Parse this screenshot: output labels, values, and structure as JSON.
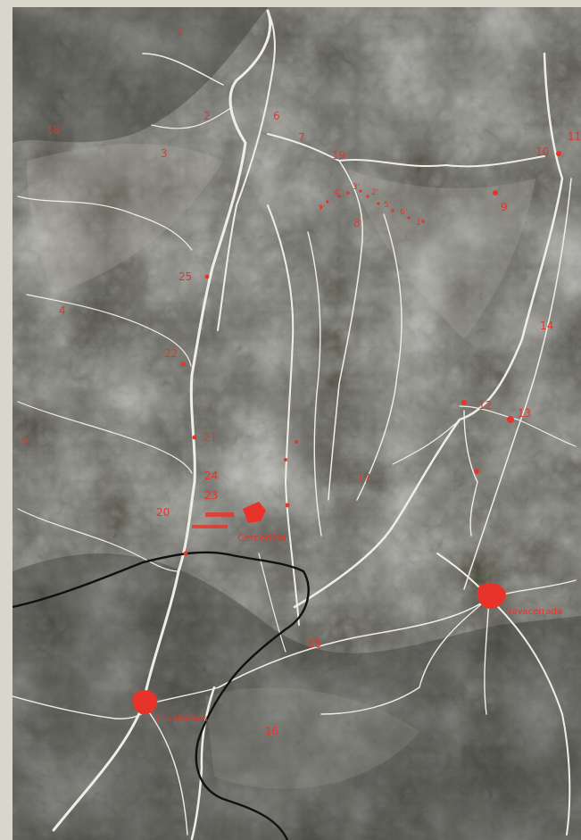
{
  "colors": {
    "paper": "#d9d6cb",
    "terrain_dark": "#3b3b36",
    "terrain_mid": "#6b6a62",
    "terrain_light": "#a9a89f",
    "rivers": "#efeee6",
    "road": "#111111",
    "labels": "#e8332a"
  },
  "towns": {
    "cercedilla": "Cercedilla",
    "navacerrada": "Navacerrada",
    "los_molinos": "Los Molinos"
  },
  "labels": [
    {
      "id": "l1",
      "text": "1"
    },
    {
      "id": "l2",
      "text": "2"
    },
    {
      "id": "l3",
      "text": "3"
    },
    {
      "id": "l4",
      "text": "4"
    },
    {
      "id": "l5",
      "text": "5"
    },
    {
      "id": "l6",
      "text": "6"
    },
    {
      "id": "l7",
      "text": "7"
    },
    {
      "id": "l8",
      "text": "8"
    },
    {
      "id": "l9",
      "text": "9"
    },
    {
      "id": "l10",
      "text": "10"
    },
    {
      "id": "l11",
      "text": "11"
    },
    {
      "id": "l12",
      "text": "12"
    },
    {
      "id": "l13",
      "text": "13"
    },
    {
      "id": "l14",
      "text": "14"
    },
    {
      "id": "l15",
      "text": "15"
    },
    {
      "id": "l16",
      "text": "16"
    },
    {
      "id": "l17",
      "text": "17"
    },
    {
      "id": "l18",
      "text": "18"
    },
    {
      "id": "l19",
      "text": "19"
    },
    {
      "id": "l20",
      "text": "20"
    },
    {
      "id": "l21",
      "text": "21"
    },
    {
      "id": "l22",
      "text": "22"
    },
    {
      "id": "l23",
      "text": "23"
    },
    {
      "id": "l24",
      "text": "24"
    },
    {
      "id": "l25",
      "text": "25"
    }
  ],
  "peaks": [
    {
      "id": "p1",
      "text": "1'"
    },
    {
      "id": "p2",
      "text": "2'"
    },
    {
      "id": "p3",
      "text": "3'"
    },
    {
      "id": "p4",
      "text": "4'"
    },
    {
      "id": "p5",
      "text": "5'"
    },
    {
      "id": "p6",
      "text": "6'"
    },
    {
      "id": "p7",
      "text": "7'"
    }
  ]
}
